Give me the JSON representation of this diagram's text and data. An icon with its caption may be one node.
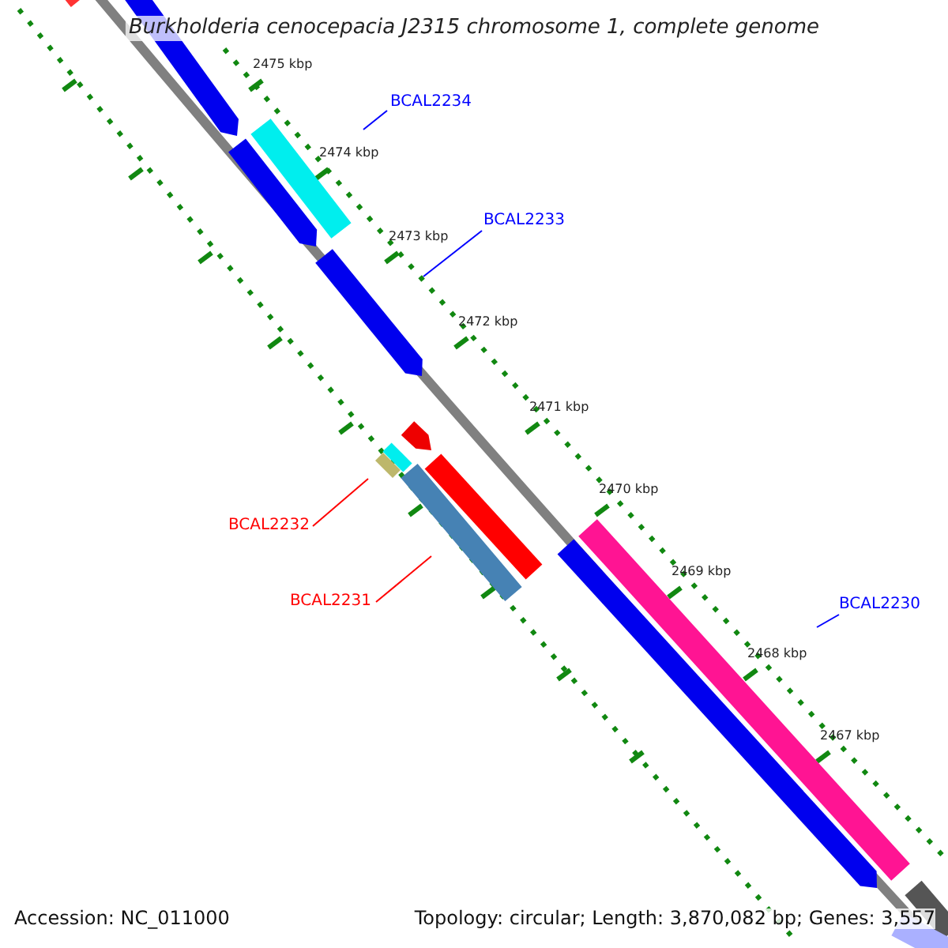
{
  "diagram": {
    "title": "Burkholderia cenocepacia J2315 chromosome 1, complete genome",
    "nodes": [
      {
        "text": [
          "BCAL2234"
        ]
      },
      {
        "text": [
          "BCAL2233"
        ]
      },
      {
        "text": [
          "BCAL2232"
        ]
      },
      {
        "text": [
          "BCAL2231"
        ]
      },
      {
        "text": [
          "BCAL2230"
        ]
      }
    ],
    "edges": [
      {
        "from": 0,
        "to": null,
        "arrow": "none"
      },
      {
        "from": 1,
        "to": null,
        "arrow": "none"
      },
      {
        "from": 2,
        "to": null,
        "arrow": "none",
        "color": "#ff0000"
      },
      {
        "from": 3,
        "to": null,
        "arrow": "none",
        "color": "#ff0000"
      },
      {
        "from": 4,
        "to": null,
        "arrow": "none"
      }
    ],
    "labels": [
      "2475 kbp",
      "2474 kbp",
      "2473 kbp",
      "2472 kbp",
      "2471 kbp",
      "2470 kbp",
      "2469 kbp",
      "2468 kbp",
      "2467 kbp",
      "Accession: NC_011000",
      "Topology: circular; Length: 3,870,082 bp; Genes: 3,557"
    ]
  }
}
